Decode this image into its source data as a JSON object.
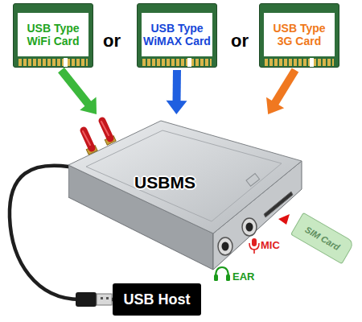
{
  "diagram": {
    "nodes": [
      {
        "text": [
          "USB Type WiFi Card"
        ]
      },
      {
        "text": [
          "USB Type WiMAX Card"
        ]
      },
      {
        "text": [
          "USB Type 3G Card"
        ]
      },
      {
        "text": [
          "USBMS"
        ]
      },
      {
        "text": [
          "SIM Card"
        ]
      },
      {
        "text": [
          "USB Host"
        ]
      }
    ],
    "edges": [
      {
        "from": 0,
        "to": 3,
        "arrow": "to"
      },
      {
        "from": 1,
        "to": 3,
        "arrow": "to"
      },
      {
        "from": 2,
        "to": 3,
        "arrow": "to"
      },
      {
        "from": 3,
        "to": 5,
        "arrow": "none"
      }
    ],
    "labels": [
      "or",
      "or",
      "MIC",
      "EAR"
    ]
  }
}
